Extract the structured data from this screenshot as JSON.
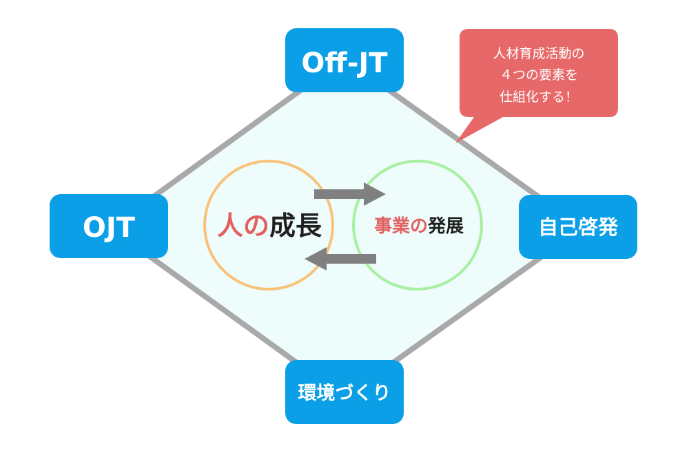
{
  "nodes": {
    "top": "Off-JT",
    "left": "OJT",
    "right": "自己啓発",
    "bottom": "環境づくり"
  },
  "center": {
    "left_accent": "人の",
    "left_rest": "成長",
    "right_accent": "事業の",
    "right_rest": "発展"
  },
  "callout": {
    "line1": "人材育成活動の",
    "line2": "４つの要素を",
    "line3": "仕組化する！"
  },
  "colors": {
    "node_fill": "#0a9fe6",
    "diamond_fill": "#eefcfb",
    "diamond_stroke": "#a9a9a9",
    "left_circle": "#f9c27a",
    "right_circle": "#a6f0a0",
    "accent_red": "#e26060",
    "callout_fill": "#e66868",
    "arrow": "#808080",
    "text_dark": "#1f1f1f"
  }
}
